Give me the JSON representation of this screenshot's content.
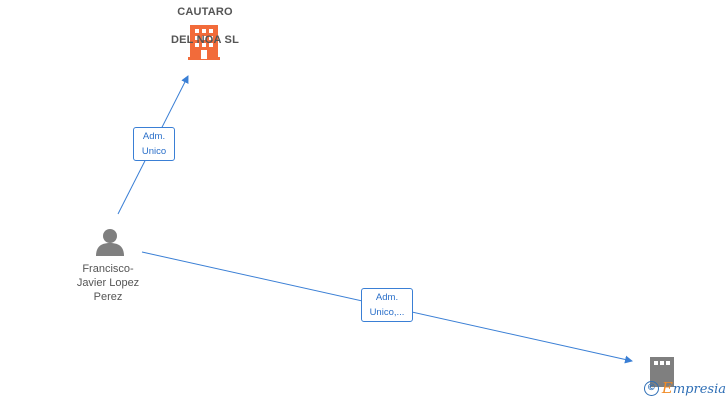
{
  "nodes": {
    "company_top": {
      "label_line1": "CAUTARO",
      "label_line2": "DEL NOA  SL",
      "icon": "building-icon",
      "color": "#f26b3a"
    },
    "person": {
      "label": "Francisco-\nJavier Lopez\nPerez",
      "icon": "person-icon",
      "color": "#7f7f7f"
    },
    "company_bottom": {
      "icon": "building-icon",
      "color": "#7f7f7f"
    }
  },
  "edges": [
    {
      "from": "person",
      "to": "company_top",
      "label": "Adm.\nUnico"
    },
    {
      "from": "person",
      "to": "company_bottom",
      "label": "Adm.\nUnico,..."
    }
  ],
  "colors": {
    "edge": "#3a7fd5",
    "edge_label_text": "#2a6fc9"
  },
  "watermark": {
    "copyright": "©",
    "brand_first": "E",
    "brand_rest": "mpresia"
  }
}
